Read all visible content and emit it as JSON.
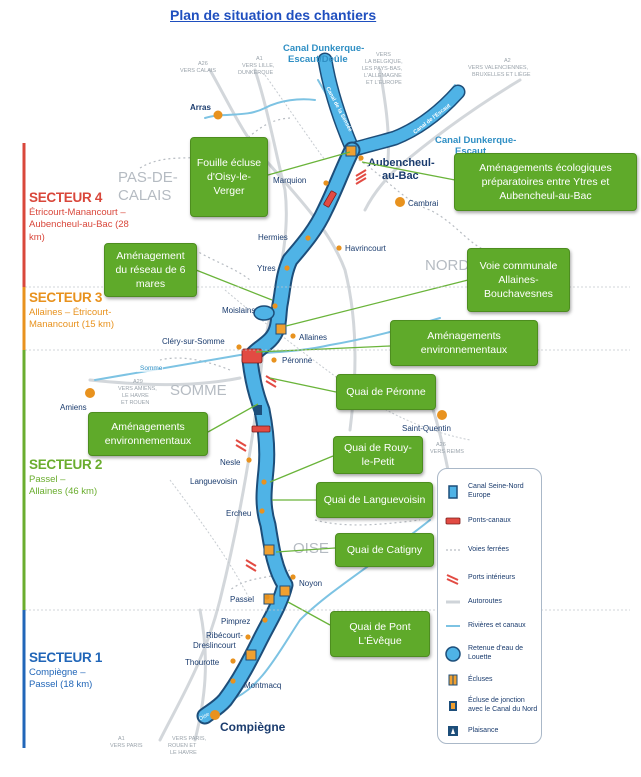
{
  "title": "Plan de situation des chantiers",
  "colors": {
    "canal": "#4fb3e6",
    "canal_stroke": "#1d4e7a",
    "rivers": "#7dc3e3",
    "highways": "#cfd4d9",
    "callout": "#5faa2a",
    "sector4": "#d9473b",
    "sector3": "#e8921e",
    "sector2": "#6aad2e",
    "sector1": "#2166b8",
    "town": "#e8921e"
  },
  "sectors": [
    {
      "name": "SECTEUR 4",
      "desc": "Étricourt-Manancourt – Aubencheul-au-Bac (28 km)",
      "color": "#d9473b"
    },
    {
      "name": "SECTEUR 3",
      "desc": "Allaines – Étricourt-Manancourt (15 km)",
      "color": "#e8921e"
    },
    {
      "name": "SECTEUR 2",
      "desc": "Passel – Allaines (46 km)",
      "color": "#6aad2e"
    },
    {
      "name": "SECTEUR 1",
      "desc": "Compiègne – Passel (18 km)",
      "color": "#2166b8"
    }
  ],
  "regions": {
    "pas_de_calais": "PAS-DE-CALAIS",
    "nord": "NORD",
    "somme": "SOMME",
    "oise": "OISE"
  },
  "canal_labels": {
    "dunkerque_deule": "Canal Dunkerque-Escaut/Deûle",
    "dunkerque_escaut": "Canal Dunkerque-Escaut",
    "sensee": "Canal de la Sensée",
    "escaut": "Canal de l'Escaut",
    "somme_river": "Somme",
    "oise_river": "Oise"
  },
  "highway_labels": {
    "a26": "A26 VERS CALAIS",
    "a1_lille": "A1 VERS LILLE, DUNKERQUE",
    "belgique": "VERS LA BELGIQUE, LES PAYS-BAS, L'ALLEMAGNE ET L'EUROPE",
    "a2": "A2 VERS VALENCIENNES, BRUXELLES ET LIÈGE",
    "a29": "A29 VERS AMIENS, LE HAVRE ET ROUEN",
    "a26_reims": "A26 VERS REIMS",
    "a1_paris": "A1 VERS PARIS",
    "paris_rouen": "VERS PARIS, ROUEN ET LE HAVRE"
  },
  "towns": {
    "arras": "Arras",
    "marquion": "Marquion",
    "aubencheul": "Aubencheul-au-Bac",
    "cambrai": "Cambrai",
    "hermies": "Hermies",
    "havrincourt": "Havrincourt",
    "ytres": "Ytres",
    "moislains": "Moislains",
    "allaines": "Allaines",
    "clery": "Cléry-sur-Somme",
    "peronne": "Péronne",
    "amiens": "Amiens",
    "saint_quentin": "Saint-Quentin",
    "nesle": "Nesle",
    "languevoisin": "Languevoisin",
    "ercheu": "Ercheu",
    "noyon": "Noyon",
    "passel": "Passel",
    "pimprez": "Pimprez",
    "ribecourt": "Ribécourt-Dreslincourt",
    "thourotte": "Thourotte",
    "montmacq": "Montmacq",
    "compiegne": "Compiègne"
  },
  "callouts": {
    "fouille": "Fouille écluse d'Oisy-le-Verger",
    "amenagements_eco": "Aménagements écologiques préparatoires entre Ytres et Aubencheul-au-Bac",
    "reseau_mares": "Aménagement du réseau de 6 mares",
    "voie_communale": "Voie communale Allaines-Bouchavesnes",
    "amenagements_env1": "Aménagements environnementaux",
    "quai_peronne": "Quai de Péronne",
    "amenagements_env2": "Aménagements environnementaux",
    "quai_rouy": "Quai de Rouy-le-Petit",
    "quai_languevoisin": "Quai de Languevoisin",
    "quai_catigny": "Quai de Catigny",
    "quai_pont": "Quai de Pont L'Évêque"
  },
  "legend": [
    {
      "label": "Canal Seine-Nord Europe",
      "icon": "canal-icon"
    },
    {
      "label": "Ponts-canaux",
      "icon": "pont-canal-icon"
    },
    {
      "label": "Voies ferrées",
      "icon": "railway-icon"
    },
    {
      "label": "Ports intérieurs",
      "icon": "port-icon"
    },
    {
      "label": "Autoroutes",
      "icon": "highway-icon"
    },
    {
      "label": "Rivières et canaux",
      "icon": "river-icon"
    },
    {
      "label": "Retenue d'eau de Louette",
      "icon": "reservoir-icon"
    },
    {
      "label": "Écluses",
      "icon": "lock-icon"
    },
    {
      "label": "Écluse de jonction avec le Canal du Nord",
      "icon": "junction-lock-icon"
    },
    {
      "label": "Plaisance",
      "icon": "marina-icon"
    }
  ]
}
